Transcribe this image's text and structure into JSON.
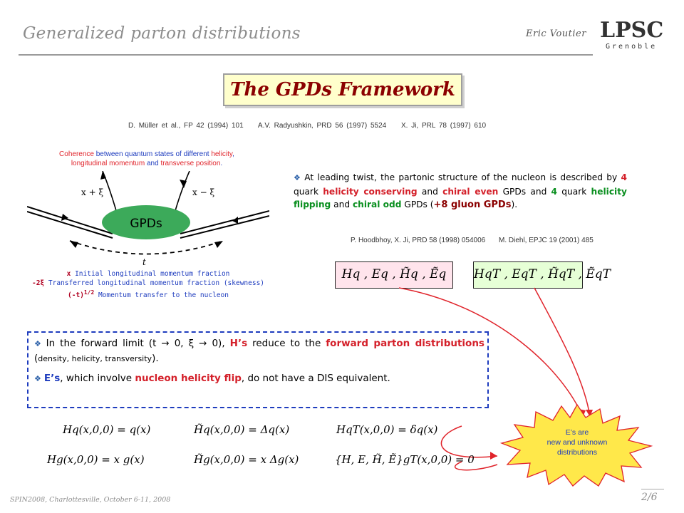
{
  "header": {
    "title": "Generalized parton distributions",
    "author": "Eric Voutier",
    "logo": {
      "top": "LPSC",
      "bottom": "Grenoble"
    }
  },
  "slide_title": "The GPDs Framework",
  "refs_top": [
    "D. Müller et al., FP 42 (1994) 101",
    "A.V. Radyushkin, PRD 56 (1997) 5524",
    "X. Ji, PRL 78 (1997) 610"
  ],
  "coherence": {
    "w1": "Coherence",
    "t1": " between quantum states of different ",
    "w2": "helicity",
    "t2": ",",
    "w3": "longitudinal momentum",
    "t3": " and ",
    "w4": "transverse position",
    "t4": "."
  },
  "diagram": {
    "blob_label": "GPDs",
    "left_leg": "x + ξ",
    "right_leg": "x − ξ",
    "t_label": "t"
  },
  "legend": [
    {
      "sym": "x",
      "text": "Initial longitudinal momentum fraction"
    },
    {
      "sym": "-2ξ",
      "text": "Transferred longitudinal momentum fraction (skewness)"
    },
    {
      "sym": "(-t)",
      "sup": "1/2",
      "text": "Momentum transfer to the nucleon"
    }
  ],
  "leading_twist": {
    "a": "At leading twist, the partonic structure of the nucleon is described by ",
    "n1": "4",
    "b": " quark ",
    "hc": "helicity conserving",
    "c": " and ",
    "ce": "chiral even",
    "d": " GPDs and ",
    "n2": "4",
    "e": " quark ",
    "hf": "helicity flipping",
    "f": " and ",
    "co": "chiral odd",
    "g": " GPDs (",
    "gluon": "+8 gluon GPDs",
    "h": ")."
  },
  "refs_mid": [
    "P. Hoodbhoy, X. Ji, PRD 58 (1998) 054006",
    "M. Diehl, EPJC 19 (2001) 485"
  ],
  "formula_boxes": {
    "pink": "Hq , Eq , H̃q , Ẽq",
    "green": "HqT , EqT , H̃qT , ẼqT"
  },
  "forward": {
    "p1a": "In the forward limit (t → 0, ξ → 0), ",
    "p1h": "H’s",
    "p1b": " reduce to the ",
    "p1fw": "forward parton distributions",
    "p1c": " (",
    "p1sm": "density, helicity, transversity",
    "p1d": ").",
    "p2e": "E’s",
    "p2a": ", which involve ",
    "p2flip": "nucleon helicity flip",
    "p2b": ", do not have a DIS equivalent."
  },
  "equations": {
    "r1": [
      "Hq(x,0,0) = q(x)",
      "H̃q(x,0,0) = Δq(x)",
      "HqT(x,0,0) = δq(x)"
    ],
    "r2": [
      "Hg(x,0,0) = x g(x)",
      "H̃g(x,0,0) = x Δg(x)",
      "{H, E, H̃, Ẽ}gT(x,0,0) = 0"
    ]
  },
  "burst": {
    "l1": "E’s are",
    "l2": "new and unknown",
    "l3": "distributions",
    "color": "#ffe84a"
  },
  "footer": "SPIN2008, Charlottesville, October 6-11, 2008",
  "page": "2/6",
  "colors": {
    "red": "#d4202a",
    "green": "#0a8f1f",
    "blue": "#1e3cbe",
    "dark_red": "#8b0000"
  }
}
